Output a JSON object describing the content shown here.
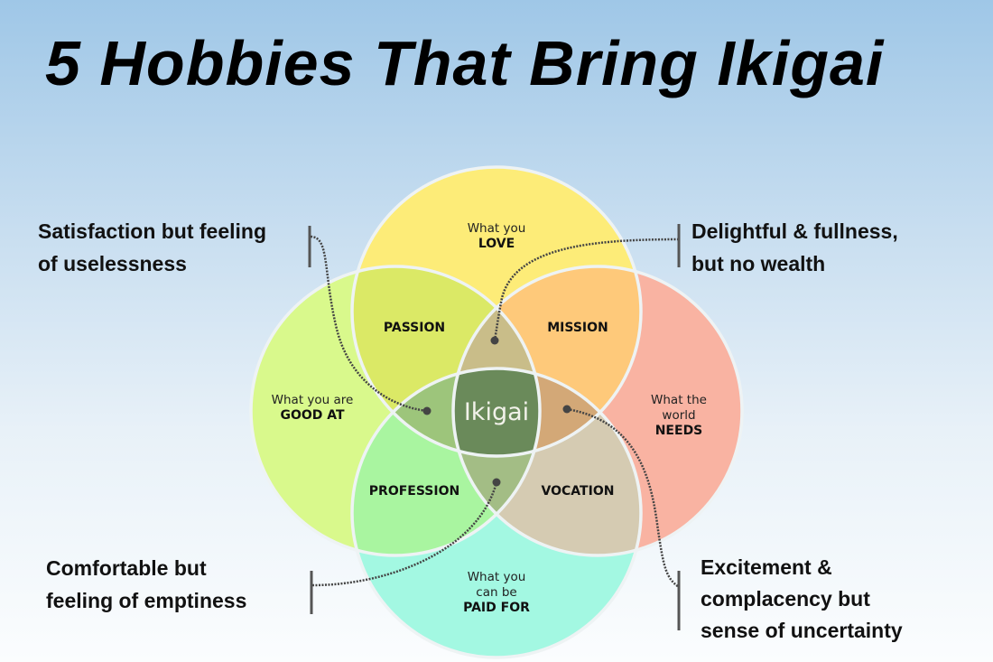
{
  "title": "5 Hobbies That Bring Ikigai",
  "callouts": {
    "top_left": [
      "Satisfaction but feeling",
      "of uselessness"
    ],
    "top_right": [
      "Delightful & fullness,",
      "but no wealth"
    ],
    "bottom_left": [
      "Comfortable but",
      "feeling of emptiness"
    ],
    "bottom_right": [
      "Excitement &",
      "complacency but",
      "sense of uncertainty"
    ]
  },
  "diagram": {
    "love": [
      "What you",
      "LOVE"
    ],
    "good_at": [
      "What you are",
      "GOOD AT"
    ],
    "needs": [
      "What the",
      "world",
      "NEEDS"
    ],
    "paid_for": [
      "What you",
      "can be",
      "PAID FOR"
    ],
    "passion": "PASSION",
    "mission": "MISSION",
    "profession": "PROFESSION",
    "vocation": "VOCATION",
    "center": "Ikigai"
  },
  "colors": {
    "love": "#fdec78",
    "good_at": "#d9f98c",
    "needs": "#f9b3a2",
    "paid_for": "#a3f8e2",
    "passion": "#dbe966",
    "mission": "#fec97a",
    "profession": "#a9f5a0",
    "vocation": "#d5cbb2",
    "center": "#6a8a5a"
  }
}
